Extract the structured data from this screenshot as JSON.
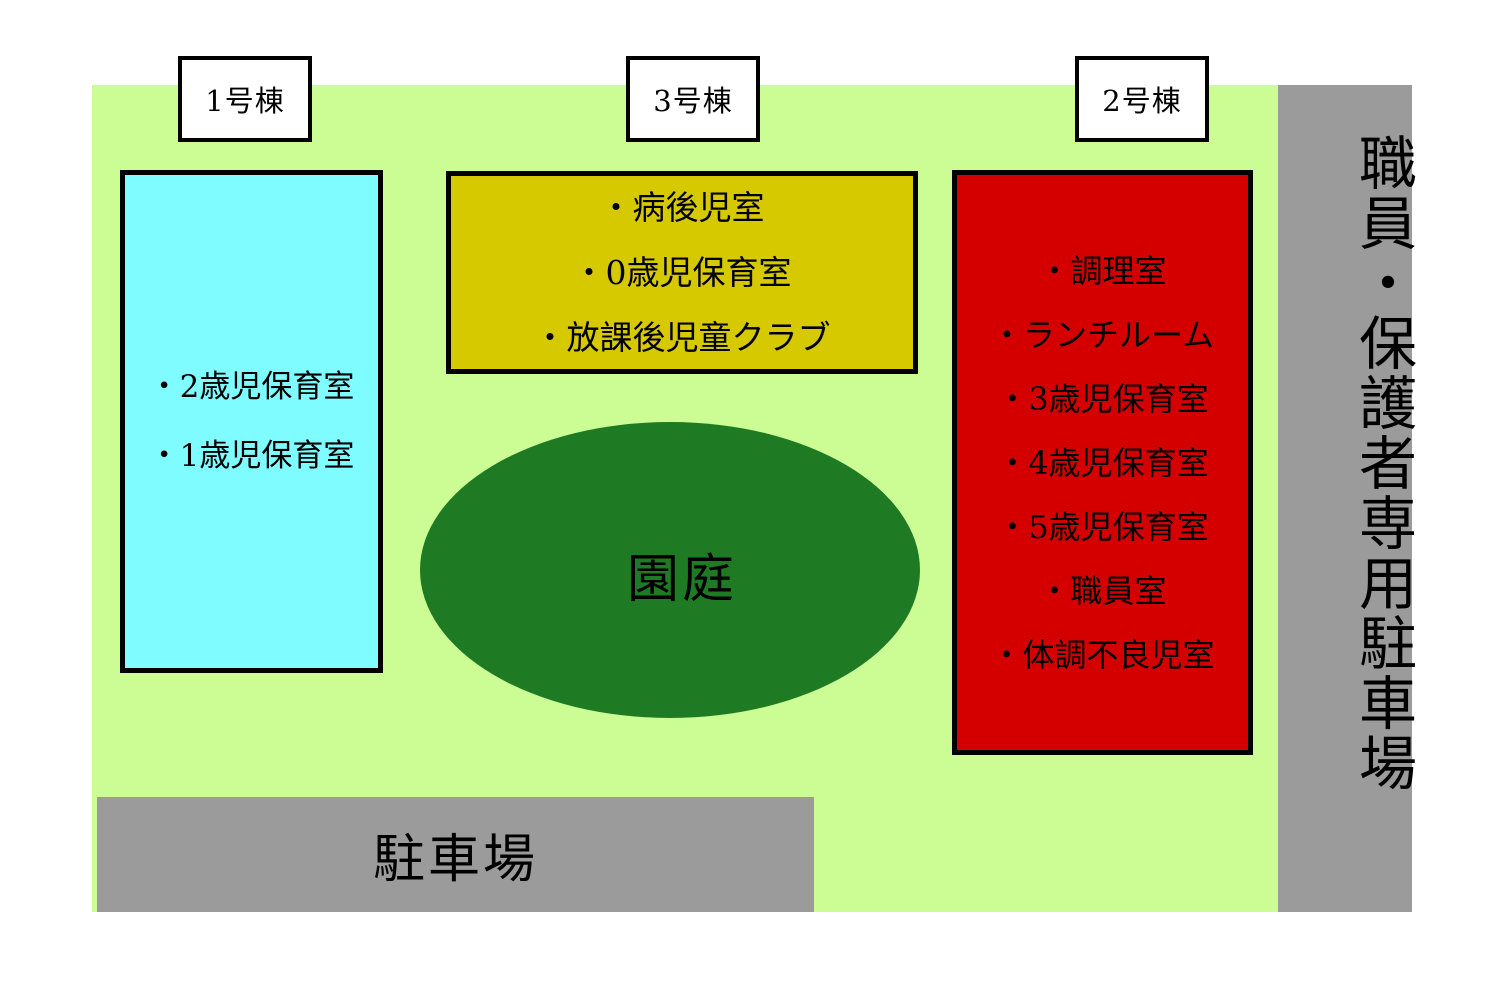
{
  "site": {
    "ground_color": "#ccfd94",
    "background_color": "#ffffff"
  },
  "building_tags": [
    {
      "id": "tag-1",
      "label": "1号棟"
    },
    {
      "id": "tag-3",
      "label": "3号棟"
    },
    {
      "id": "tag-2",
      "label": "2号棟"
    }
  ],
  "buildings": {
    "building_1": {
      "tag": "1号棟",
      "color": "#7ffcff",
      "rooms": [
        "・2歳児保育室",
        "・1歳児保育室"
      ]
    },
    "building_3": {
      "tag": "3号棟",
      "color": "#d6c900",
      "rooms": [
        "・病後児室",
        "・0歳児保育室",
        "・放課後児童クラブ"
      ]
    },
    "building_2": {
      "tag": "2号棟",
      "color": "#d40000",
      "rooms": [
        "・調理室",
        "・ランチルーム",
        "・3歳児保育室",
        "・4歳児保育室",
        "・5歳児保育室",
        "・職員室",
        "・体調不良児室"
      ]
    }
  },
  "garden": {
    "label": "園庭",
    "color": "#1e7b24"
  },
  "parking_lot": {
    "label": "駐車場",
    "color": "#9b9b9b"
  },
  "staff_parking": {
    "label": "職員・保護者専用駐車場",
    "color": "#9b9b9b"
  }
}
